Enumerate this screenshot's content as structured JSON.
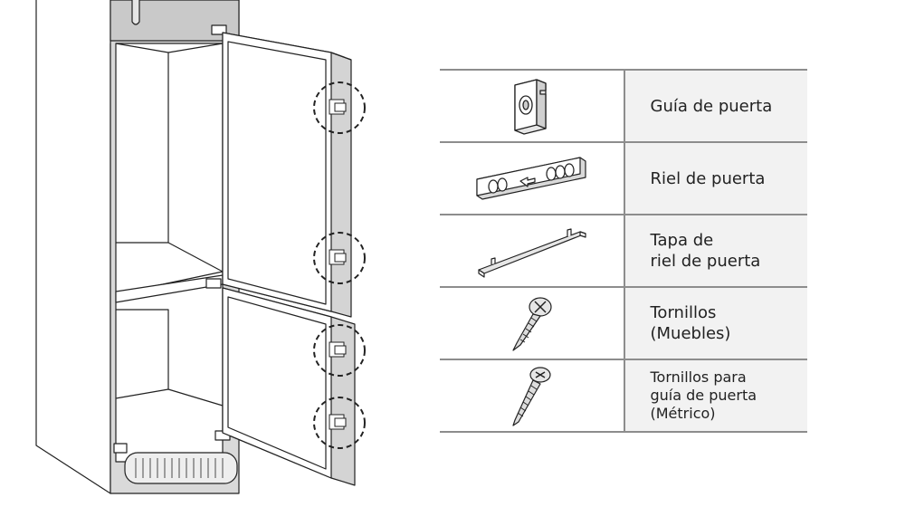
{
  "parts": [
    {
      "name": "Guía de puerta",
      "icon": "door-guide-icon"
    },
    {
      "name": "Riel de puerta",
      "icon": "door-rail-icon"
    },
    {
      "name": "Tapa de\nriel de puerta",
      "icon": "rail-cover-icon"
    },
    {
      "name": "Tornillos\n(Muebles)",
      "icon": "furniture-screw-icon"
    },
    {
      "name": "Tornillos para\nguía de puerta\n(Métrico)",
      "icon": "metric-screw-icon"
    }
  ],
  "colors": {
    "line": "#222222",
    "cabinet_gray": "#d4d4d4",
    "label_bg": "#f2f2f2",
    "table_border": "#8d8d8d"
  }
}
